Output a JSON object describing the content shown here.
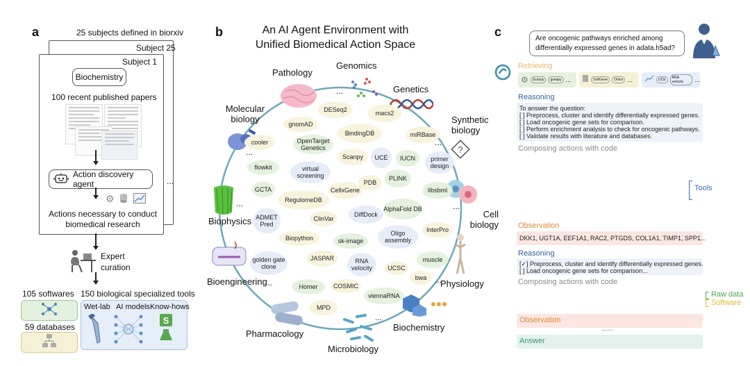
{
  "panel_a": {
    "letter": "a",
    "top_caption": "25 subjects defined in biorxiv",
    "subject_back": "Subject 25",
    "subject_front": "Subject 1",
    "subject_box": "Biochemistry",
    "papers_caption": "100 recent published papers",
    "agent_label": "Action discovery agent",
    "actions_caption": "Actions necessary to conduct biomedical research",
    "curation_label": "Expert curation",
    "softwares": "105 softwares",
    "databases": "59 databases",
    "tools_title": "150 biological specialized tools",
    "tool_cats": [
      "Wet-lab",
      "AI models",
      "Know-hows"
    ],
    "more": "...",
    "colors": {
      "software_bg": "#e3f0de",
      "db_bg": "#f6f0d6",
      "tools_bg": "#e6eef9"
    }
  },
  "panel_b": {
    "letter": "b",
    "title_line1": "An AI Agent Environment with",
    "title_line2": "Unified Biomedical Action Space",
    "fields": [
      "Pathology",
      "Genomics",
      "Genetics",
      "Molecular biology",
      "Synthetic biology",
      "Biophysics",
      "Cell biology",
      "Bioengineering",
      "Physiology",
      "Pharmacology",
      "Biochemistry",
      "Microbiology"
    ],
    "tools": [
      "DESeq2",
      "macs2",
      "gnomAD",
      "BindingDB",
      "miRBase",
      "cooler",
      "OpenTarget Genetics",
      "Scanpy",
      "UCE",
      "IUCN",
      "primer design",
      "flowkit",
      "virtual screening",
      "PDB",
      "PLINK",
      "libsbml",
      "GCTA",
      "RegulomeDB",
      "CellxGene",
      "AlphaFold DB",
      "DiffDock",
      "ADMET Pred",
      "ClinVar",
      "Oligo assembly",
      "InterPro",
      "Biopython",
      "sk-image",
      "golden gate clone",
      "JASPAR",
      "RNA velocity",
      "UCSC",
      "muscle",
      "bwa",
      "Homer",
      "COSMIC",
      "viennaRNA",
      "MPD"
    ],
    "ellipsis": "...",
    "colors": {
      "circle": "#6aa9b8",
      "yellow": "#f7f3dd",
      "green": "#e4f1de",
      "blue": "#e6ecf8"
    }
  },
  "panel_c": {
    "letter": "c",
    "question": "Are oncogenic pathways enriched among differentially expressed genes in adata.h5ad?",
    "retrieving": "Retrieving",
    "retrieve_items": [
      "Scanpy",
      "gseapy",
      "SoftGene",
      "Ontox",
      "UCE",
      "RNA velocity"
    ],
    "reasoning1_title": "Reasoning",
    "reasoning1_lines": [
      "To answer the question:",
      "[  ] Preprocess, cluster and identify differentially expressed genes.",
      "[  ] Load oncogenic gene sets for comparison.",
      "[  ] Perform enrichment analysis to check for oncogenic pathways.",
      "[  ] Validate results with literature and databases."
    ],
    "composing1": "Composing actions with code",
    "tools_label": "Tools",
    "observation_title": "Observation",
    "observation_genes": "DKK1, UGT1A, EEF1A1, RAC2, PTGDS, COL1A1, TIMP1, SPP1...",
    "reasoning2_title": "Reasoning",
    "reasoning2_lines": [
      "[✓] Preprocess, cluster and identify differentially expressed genes.",
      "[  ] Load oncogenic gene sets for comparison..."
    ],
    "composing2": "Composing actions with code",
    "raw_data": "Raw data",
    "software": "Software",
    "observation2": "Observation",
    "dots": "......",
    "answer": "Answer",
    "colors": {
      "retrieving": "#e9b96b",
      "reasoning": "#2f5f9e",
      "observation": "#e08a3c",
      "answer": "#3c8f75",
      "composing": "#8a8a8a",
      "raw": "#4aa84a",
      "software": "#e5b52c"
    }
  }
}
